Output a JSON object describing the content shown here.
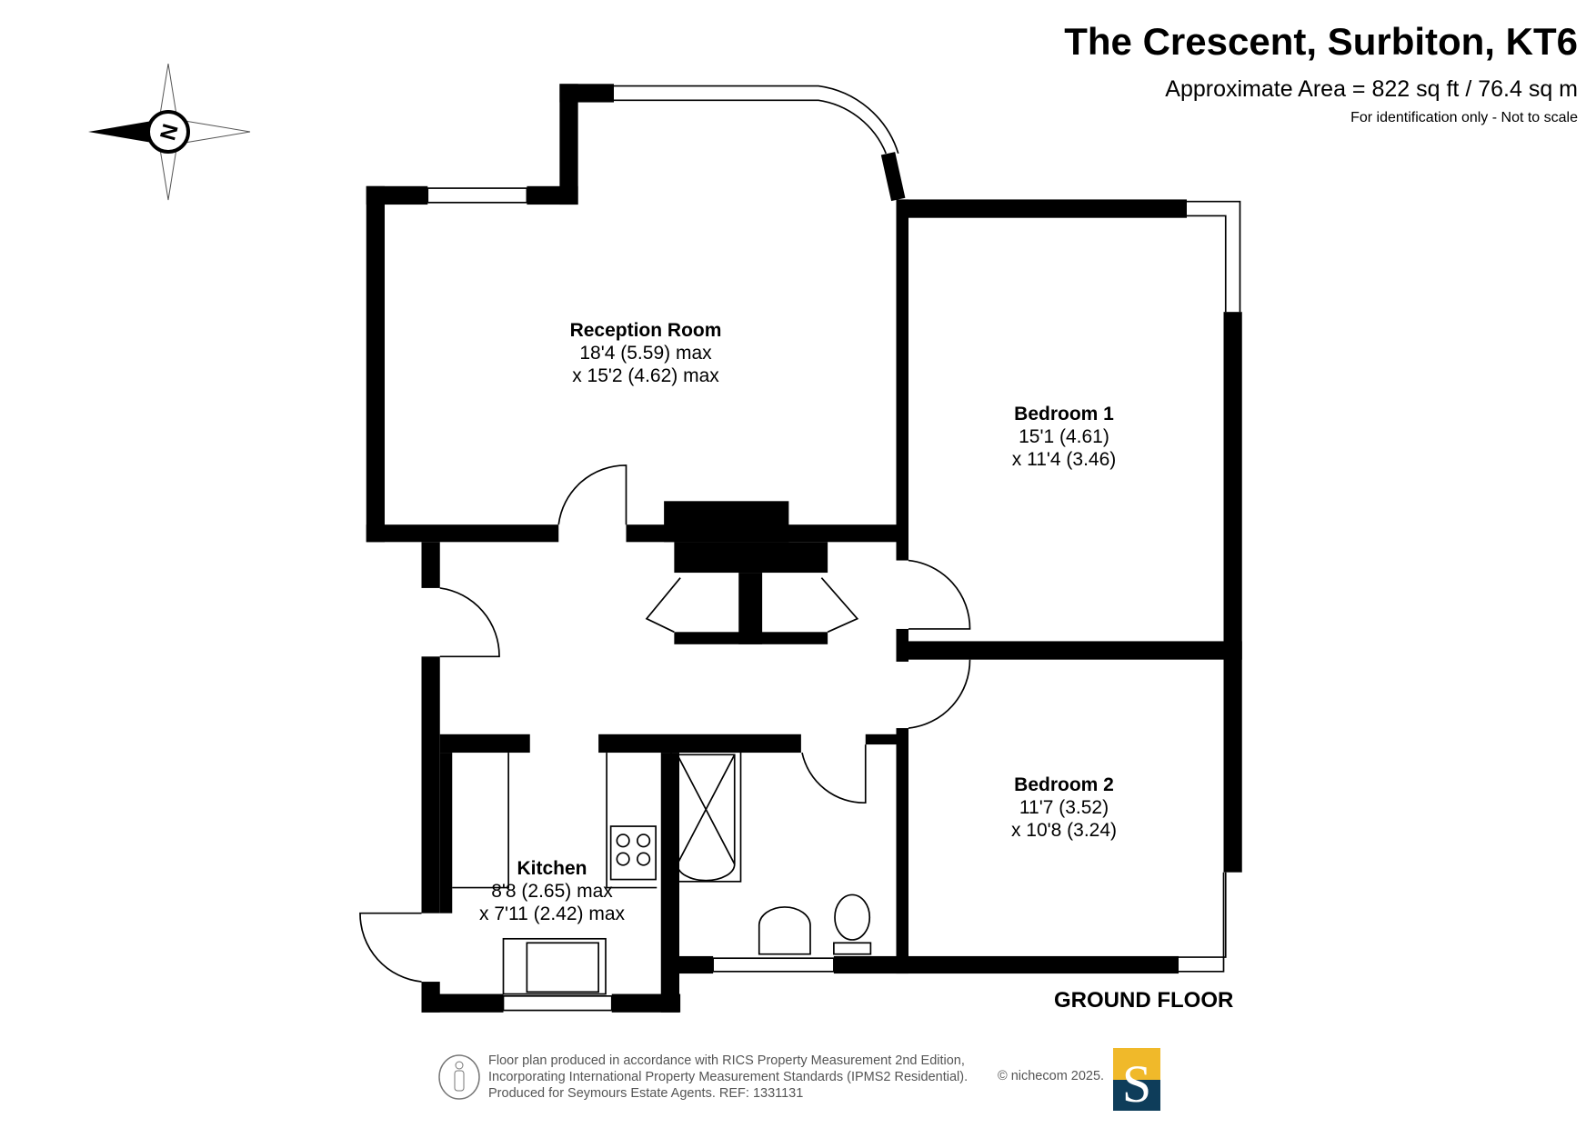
{
  "header": {
    "title": "The Crescent, Surbiton, KT6",
    "area": "Approximate Area = 822 sq ft / 76.4 sq m",
    "note": "For identification only - Not to scale"
  },
  "compass": {
    "label": "N"
  },
  "rooms": [
    {
      "name": "Reception Room",
      "dim1": "18'4 (5.59) max",
      "dim2": "x 15'2 (4.62) max"
    },
    {
      "name": "Bedroom 1",
      "dim1": "15'1 (4.61)",
      "dim2": "x 11'4 (3.46)"
    },
    {
      "name": "Bedroom 2",
      "dim1": "11'7 (3.52)",
      "dim2": "x 10'8 (3.24)"
    },
    {
      "name": "Kitchen",
      "dim1": "8'8 (2.65) max",
      "dim2": "x 7'11 (2.42) max"
    }
  ],
  "floor_label": "GROUND FLOOR",
  "footer": {
    "line1": "Floor plan produced in accordance with RICS Property Measurement 2nd Edition,",
    "line2": "Incorporating International Property Measurement Standards (IPMS2 Residential).",
    "line3": "Produced for Seymours Estate Agents.   REF: 1331131",
    "copyright": "© nichecom 2025.",
    "logo_letter": "S"
  },
  "colors": {
    "wall": "#000000",
    "logo_top": "#f0b92a",
    "logo_bottom": "#0e3d5a"
  }
}
